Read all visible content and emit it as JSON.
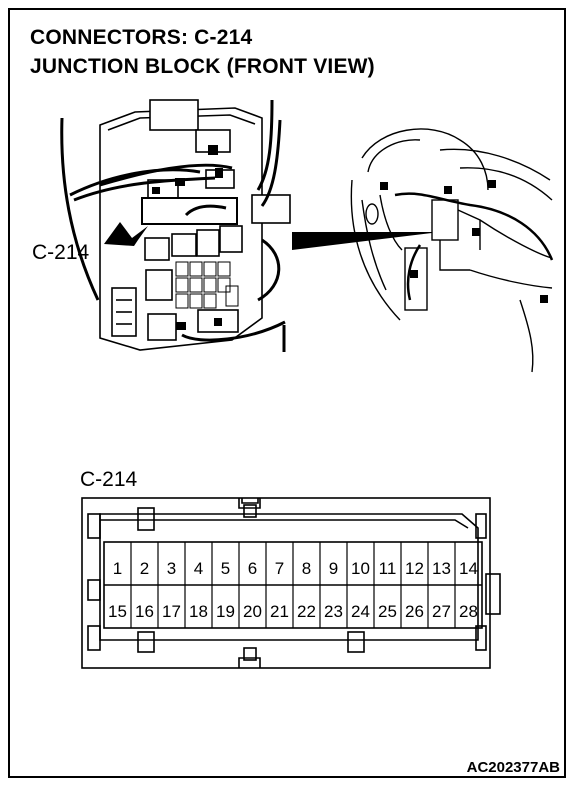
{
  "header": {
    "title_line1": "CONNECTORS: C-214",
    "title_line2": "JUNCTION BLOCK (FRONT VIEW)"
  },
  "illustration": {
    "connector_callout": "C-214"
  },
  "connector_face": {
    "label": "C-214",
    "pins_top": [
      "1",
      "2",
      "3",
      "4",
      "5",
      "6",
      "7",
      "8",
      "9",
      "10",
      "11",
      "12",
      "13",
      "14"
    ],
    "pins_bottom": [
      "15",
      "16",
      "17",
      "18",
      "19",
      "20",
      "21",
      "22",
      "23",
      "24",
      "25",
      "26",
      "27",
      "28"
    ]
  },
  "footer": {
    "figure_id": "AC202377AB"
  }
}
